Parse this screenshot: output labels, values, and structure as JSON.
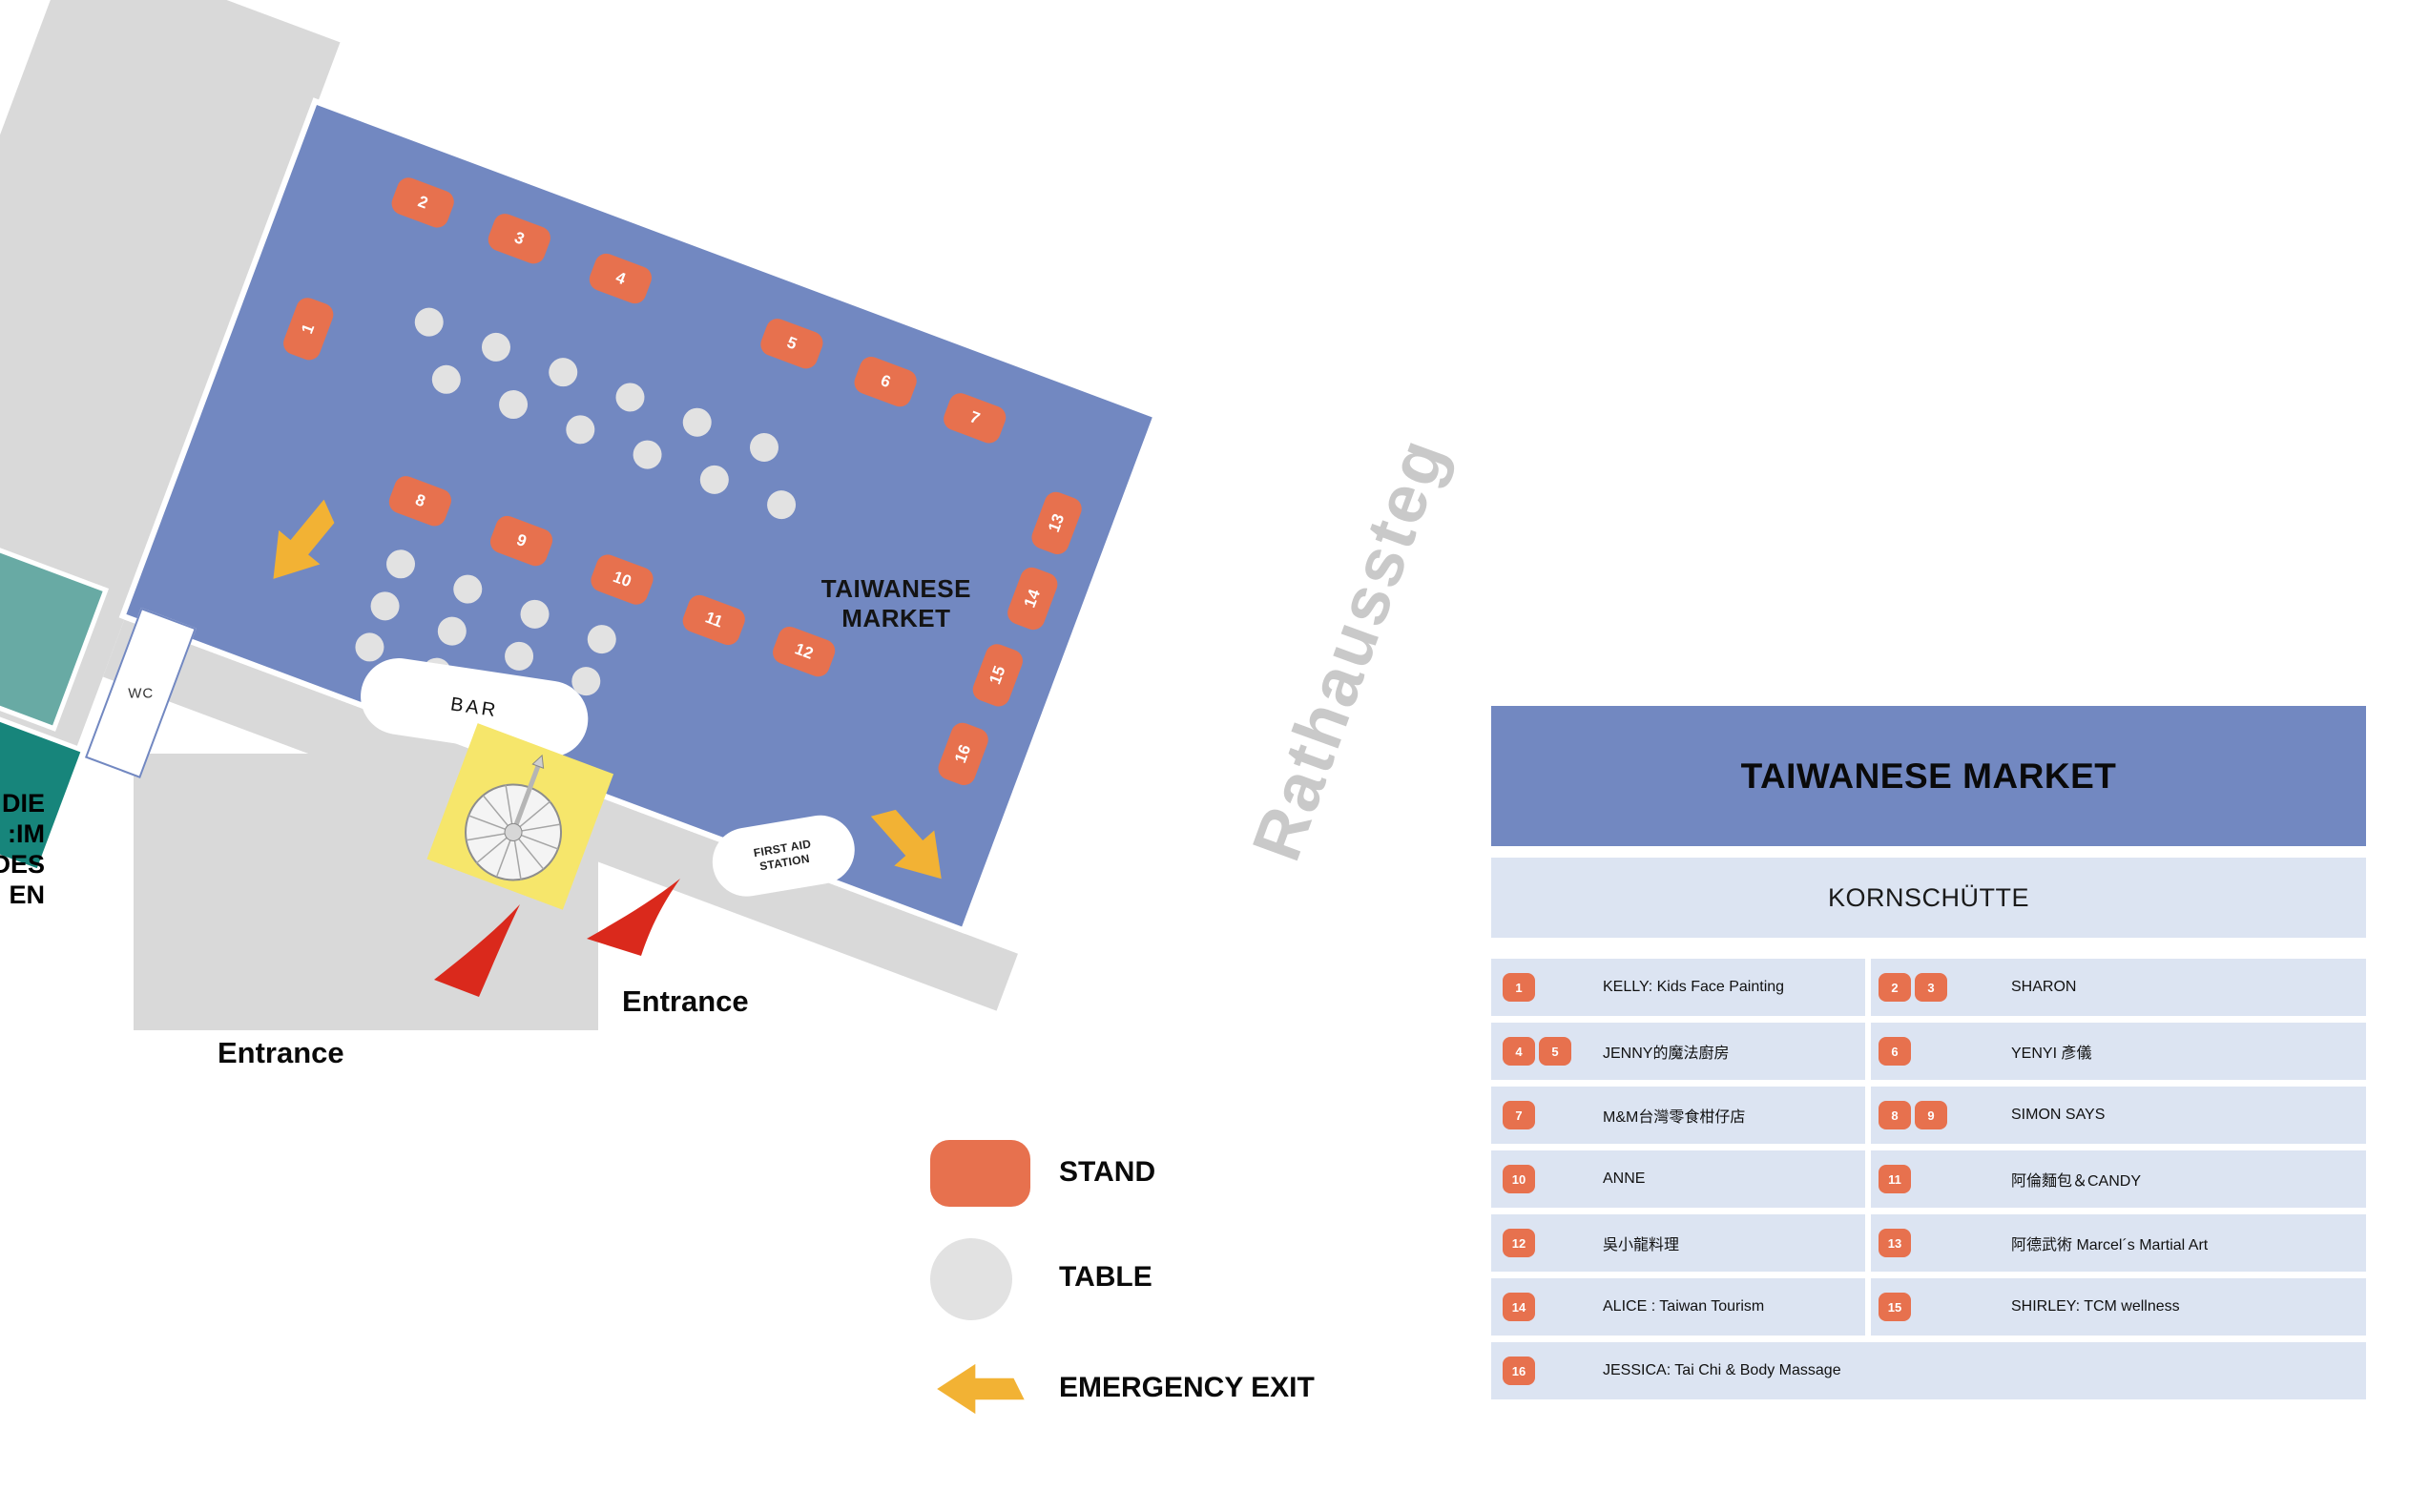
{
  "map": {
    "title": "TAIWANESE\nMARKET",
    "bar_label": "BAR",
    "wc_label": "WC",
    "first_aid_label": "FIRST AID\nSTATION",
    "street_label": "Rathaussteg",
    "entrance_left_label": "Entrance",
    "entrance_right_label": "Entrance",
    "edge_text": "DIE\n:IM\nDES\nEN",
    "stands": [
      "1",
      "2",
      "3",
      "4",
      "5",
      "6",
      "7",
      "8",
      "9",
      "10",
      "11",
      "12",
      "13",
      "14",
      "15",
      "16"
    ]
  },
  "legend": {
    "stand_label": "STAND",
    "table_label": "TABLE",
    "exit_label": "EMERGENCY EXIT"
  },
  "directory": {
    "title": "TAIWANESE MARKET",
    "subtitle": "KORNSCHÜTTE",
    "rows": [
      {
        "left": {
          "badges": [
            "1"
          ],
          "name": "KELLY: Kids Face Painting"
        },
        "right": {
          "badges": [
            "2",
            "3"
          ],
          "name": "SHARON"
        }
      },
      {
        "left": {
          "badges": [
            "4",
            "5"
          ],
          "name": "JENNY的魔法廚房"
        },
        "right": {
          "badges": [
            "6"
          ],
          "name": "YENYI 彥儀"
        }
      },
      {
        "left": {
          "badges": [
            "7"
          ],
          "name": "M&M台灣零食柑仔店"
        },
        "right": {
          "badges": [
            "8",
            "9"
          ],
          "name": "SIMON SAYS"
        }
      },
      {
        "left": {
          "badges": [
            "10"
          ],
          "name": "ANNE"
        },
        "right": {
          "badges": [
            "11"
          ],
          "name": "阿倫麵包＆CANDY"
        }
      },
      {
        "left": {
          "badges": [
            "12"
          ],
          "name": "吳小龍料理"
        },
        "right": {
          "badges": [
            "13"
          ],
          "name": "阿德武術 Marcel´s Martial Art"
        }
      },
      {
        "left": {
          "badges": [
            "14"
          ],
          "name": "ALICE :  Taiwan Tourism"
        },
        "right": {
          "badges": [
            "15"
          ],
          "name": "SHIRLEY: TCM wellness"
        }
      },
      {
        "left": {
          "badges": [
            "16"
          ],
          "name": "JESSICA: Tai Chi & Body Massage"
        }
      }
    ]
  },
  "colors": {
    "map_blue": "#7288c1",
    "stand_orange": "#e7714e",
    "table_gray": "#e2e2e2",
    "building_gray": "#d9d9d9",
    "panel_row_blue": "#dce4f2",
    "exit_yellow": "#f2b234",
    "entrance_red": "#da291c",
    "stair_yellow": "#f6e66b",
    "teal_light": "#68aaa4",
    "teal_dark": "#17857b",
    "street_gray": "#c9c9c9"
  }
}
